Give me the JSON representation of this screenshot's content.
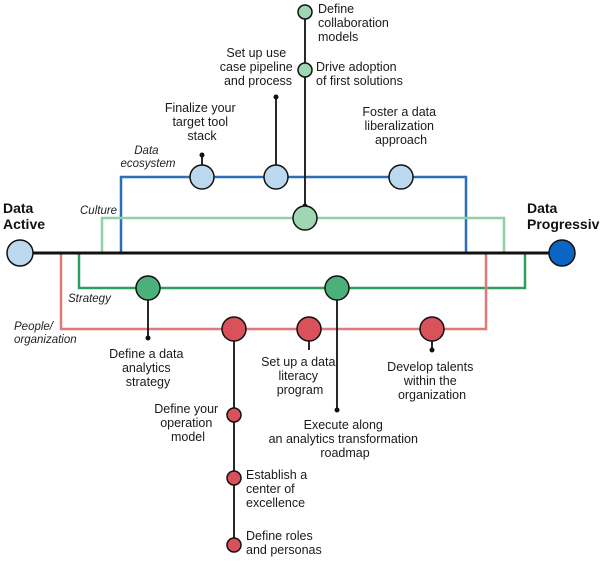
{
  "colors": {
    "axis": "#111111",
    "data_ecosystem": "#2a6fb8",
    "culture": "#8fd0a8",
    "strategy": "#2e9e5a",
    "people": "#e07a7a",
    "node_light_blue": "#bcd8ee",
    "node_dark_blue": "#0a66c2",
    "node_green_light": "#9fd6b3",
    "node_green": "#4cb07a",
    "node_red": "#d9515a"
  },
  "endpoints": {
    "left_line1": "Data",
    "left_line2": "Active",
    "right_line1": "Data",
    "right_line2": "Progressive"
  },
  "tracks": {
    "data_ecosystem_line1": "Data",
    "data_ecosystem_line2": "ecosystem",
    "culture": "Culture",
    "strategy": "Strategy",
    "people_line1": "People/",
    "people_line2": "organization"
  },
  "labels": {
    "collab": [
      "Define",
      "collaboration",
      "models"
    ],
    "adoption": [
      "Drive adoption",
      "of first solutions"
    ],
    "usecase": [
      "Set up use",
      "case pipeline",
      "and process"
    ],
    "techstack": [
      "Finalize your",
      "target tool",
      "stack"
    ],
    "liberalization": [
      "Foster a data",
      "liberalization",
      "approach"
    ],
    "analytics_strategy": [
      "Define a data",
      "analytics",
      "strategy"
    ],
    "literacy": [
      "Set up a data",
      "literacy",
      "program"
    ],
    "talents": [
      "Develop talents",
      "within the",
      "organization"
    ],
    "transformation": [
      "Execute along",
      "an analytics transformation",
      "roadmap"
    ],
    "operation_model": [
      "Define your",
      "operation",
      "model"
    ],
    "coe": [
      "Establish a",
      "center of",
      "excellence"
    ],
    "roles": [
      "Define roles",
      "and personas"
    ]
  }
}
